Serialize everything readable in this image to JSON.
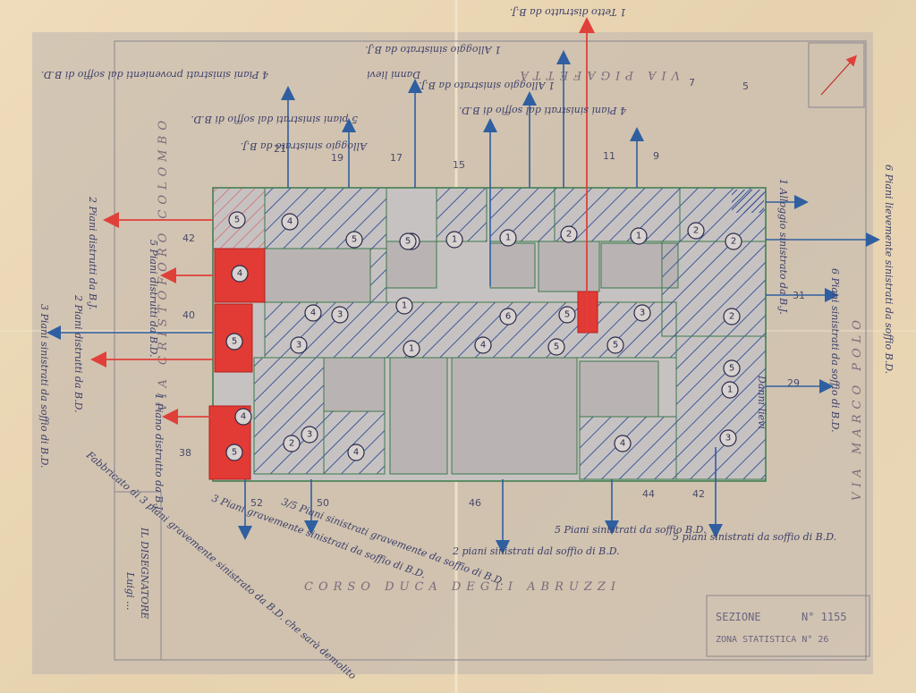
{
  "streets": {
    "bottom": "CORSO DUCA DEGLI ABRUZZI",
    "left": "VIA CRISTOFORO COLOMBO",
    "right": "VIA MARCO POLO",
    "top": "VIA PIGAFETTA"
  },
  "stamp": {
    "section_label": "SEZIONE",
    "section_number": "N° 1155",
    "zone": "ZONA STATISTICA N° 26"
  },
  "designer": {
    "label": "IL DISEGNATORE",
    "signature": "Luigi ..."
  },
  "colors": {
    "destroyed": "#e23a34",
    "damaged_hatch": "#3e5a9a",
    "arrow_blue": "#2f5fa0",
    "arrow_red": "#e0403a"
  },
  "house_numbers": [
    "42",
    "40",
    "38",
    "52",
    "50",
    "46",
    "44",
    "42",
    "29",
    "31",
    "21",
    "19",
    "17",
    "15",
    "11",
    "9",
    "7",
    "5"
  ],
  "floor_circles": [
    "5",
    "4",
    "5",
    "4",
    "4",
    "3",
    "3",
    "3",
    "4",
    "5",
    "6",
    "1",
    "1",
    "2",
    "1",
    "2",
    "2",
    "1",
    "1",
    "4",
    "6",
    "5",
    "5",
    "5",
    "3",
    "2",
    "1",
    "3",
    "4",
    "5",
    "2",
    "4",
    "5",
    "5"
  ],
  "notes": [
    "4 Piani sinistrati provenienti dal soffio di B.D.",
    "5 piani sinistrati dal soffio di B.D.",
    "Alloggio sinistrato da B.J.",
    "Danni lievi",
    "1 Alloggio sinistrato da B.J.",
    "4 Piani sinistrati dal soffio di B.D.",
    "1 Alloggio sinistrato da B.J.",
    "2 Piani distrutti da B.J.",
    "5 Piani distrutti da B.D.",
    "2 Piani distrutti da B.D.",
    "3 Piani sinistrati da soffio di B.D.",
    "1 Piano distrutto da B.J.",
    "Fabbricato di 3 piani gravemente sinistrato da B.D. che sarà demolito",
    "3 Piani gravemente sinistrati da soffio di B.D.",
    "3/5 Piani sinistrati gravemente da soffio di B.D.",
    "2 piani sinistrati dal soffio di B.D.",
    "5 Piani sinistrati da soffio B.D.",
    "5 piani sinistrati da soffio di B.D.",
    "1 Alloggio sinistrato da B.J.",
    "6 Piani sinistrati da soffio di B.D.",
    "6 Piani lievemente sinistrati da soffio B.D.",
    "Danni lievi",
    "1 Tetto distrutto da B.J."
  ]
}
